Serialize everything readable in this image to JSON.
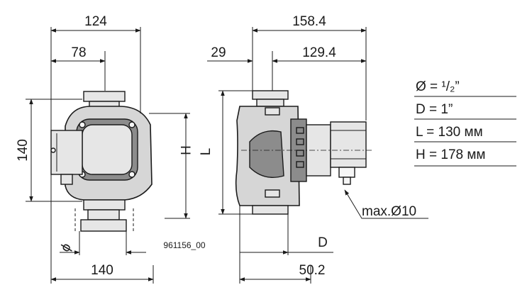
{
  "dimensions": {
    "front_width": "124",
    "front_offset": "78",
    "front_height": "140",
    "front_base_width": "140",
    "front_H": "H",
    "front_diameter": "ϕ",
    "side_width": "158.4",
    "side_offset": "29",
    "side_motor": "129.4",
    "side_L": "L",
    "side_D": "D",
    "side_base": "50.2",
    "cable_gland": "max.Ø10"
  },
  "drawing_code": "961156_00",
  "specs": [
    {
      "symbol": "Ø",
      "value": " = ¹/₂”"
    },
    {
      "symbol": "D",
      "value": " = 1”"
    },
    {
      "symbol": "L",
      "value": " = 130 мм"
    },
    {
      "symbol": "H",
      "value": " = 178 мм"
    }
  ],
  "colors": {
    "ink": "#1a1a1a",
    "body_fill": "#d6d6d6",
    "dark_fill": "#8c8c8c"
  }
}
